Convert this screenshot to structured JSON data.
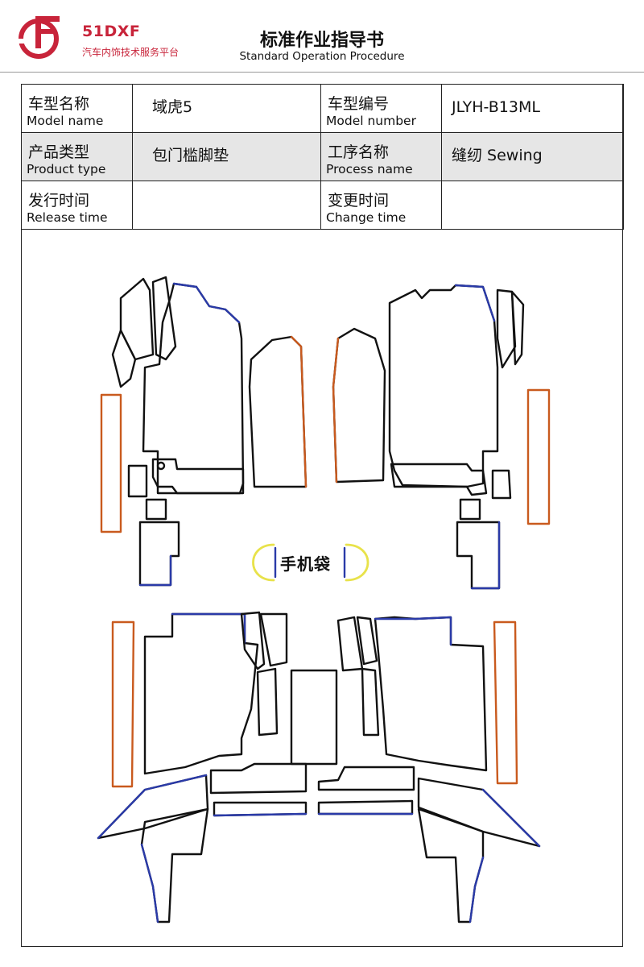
{
  "header": {
    "brand": "51DXF",
    "brand_sub": "汽车内饰技术服务平台",
    "title": "标准作业指导书",
    "subtitle": "Standard Operation Procedure"
  },
  "info": {
    "model_name": {
      "zh": "车型名称",
      "en": "Model name",
      "value": "域虎5"
    },
    "model_number": {
      "zh": "车型编号",
      "en": "Model number",
      "value": "JLYH-B13ML"
    },
    "product_type": {
      "zh": "产品类型",
      "en": "Product type",
      "value": "包门槛脚垫"
    },
    "process_name": {
      "zh": "工序名称",
      "en": "Process name",
      "value": "缝纫 Sewing"
    },
    "release_time": {
      "zh": "发行时间",
      "en": "Release time",
      "value": ""
    },
    "change_time": {
      "zh": "变更时间",
      "en": "Change time",
      "value": ""
    }
  },
  "diagram": {
    "pocket_label": "手机袋",
    "colors": {
      "outline": "#111111",
      "blue_edge": "#2a3aa8",
      "orange_edge": "#c95a1e",
      "yellow_edge": "#e8e24a"
    }
  },
  "theme": {
    "brand_red": "#c8243a",
    "row_shade": "#e6e6e6"
  }
}
